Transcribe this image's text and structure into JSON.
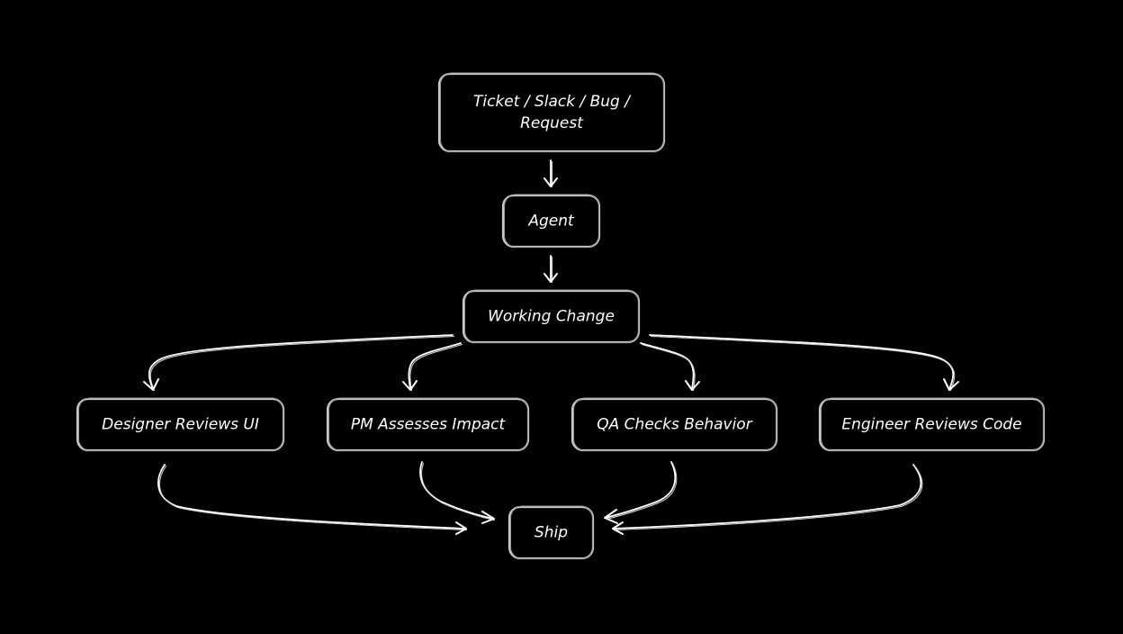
{
  "diagram": {
    "type": "flowchart",
    "background": "#000000",
    "line_color": "#ffffff",
    "box_stroke_color": "#c8c8c8",
    "nodes": [
      {
        "id": "source",
        "lines": [
          "Ticket / Slack / Bug /",
          "Request"
        ]
      },
      {
        "id": "agent",
        "lines": [
          "Agent"
        ]
      },
      {
        "id": "working-change",
        "lines": [
          "Working Change"
        ]
      },
      {
        "id": "designer",
        "lines": [
          "Designer Reviews UI"
        ]
      },
      {
        "id": "pm",
        "lines": [
          "PM Assesses Impact"
        ]
      },
      {
        "id": "qa",
        "lines": [
          "QA Checks Behavior"
        ]
      },
      {
        "id": "engineer",
        "lines": [
          "Engineer Reviews Code"
        ]
      },
      {
        "id": "ship",
        "lines": [
          "Ship"
        ]
      }
    ],
    "edges": [
      {
        "from": "source",
        "to": "agent"
      },
      {
        "from": "agent",
        "to": "working-change"
      },
      {
        "from": "working-change",
        "to": "designer"
      },
      {
        "from": "working-change",
        "to": "pm"
      },
      {
        "from": "working-change",
        "to": "qa"
      },
      {
        "from": "working-change",
        "to": "engineer"
      },
      {
        "from": "designer",
        "to": "ship"
      },
      {
        "from": "pm",
        "to": "ship"
      },
      {
        "from": "qa",
        "to": "ship"
      },
      {
        "from": "engineer",
        "to": "ship"
      }
    ]
  }
}
